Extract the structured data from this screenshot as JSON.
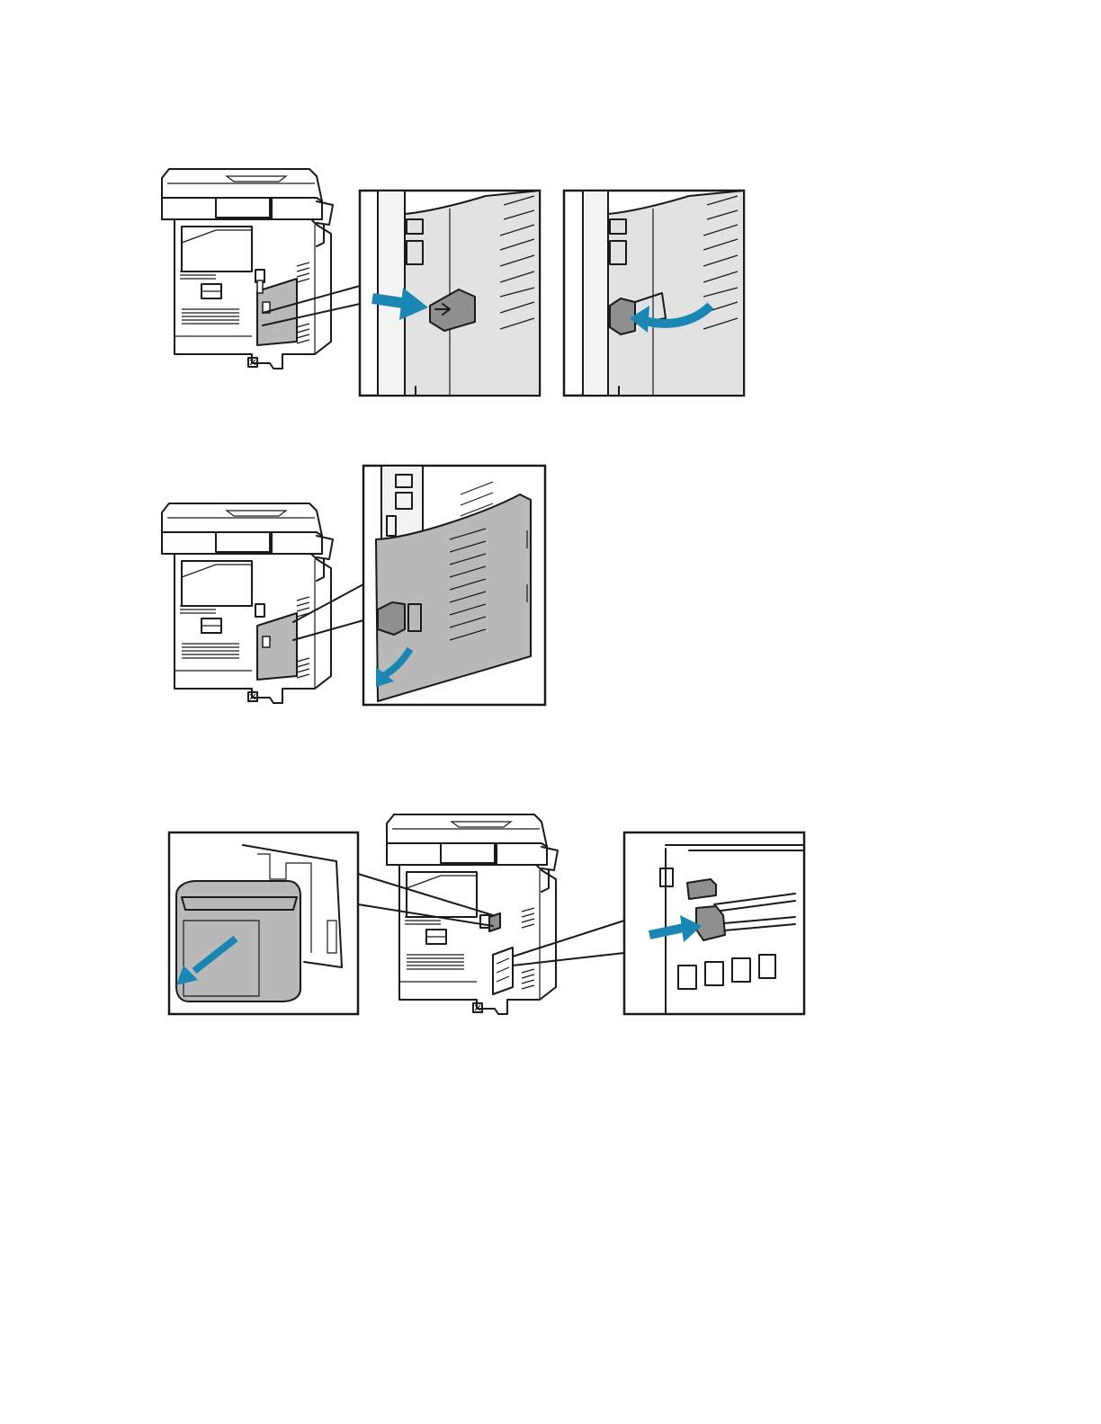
{
  "colors": {
    "arrow": "#1a86b4",
    "outline": "#1a1a1a",
    "panel_gray": "#e2e2e2",
    "cover_gray": "#b9b9b9"
  },
  "icons": [
    "printer-rear-view",
    "latch-clip",
    "rear-cover",
    "wireless-module",
    "connector"
  ]
}
